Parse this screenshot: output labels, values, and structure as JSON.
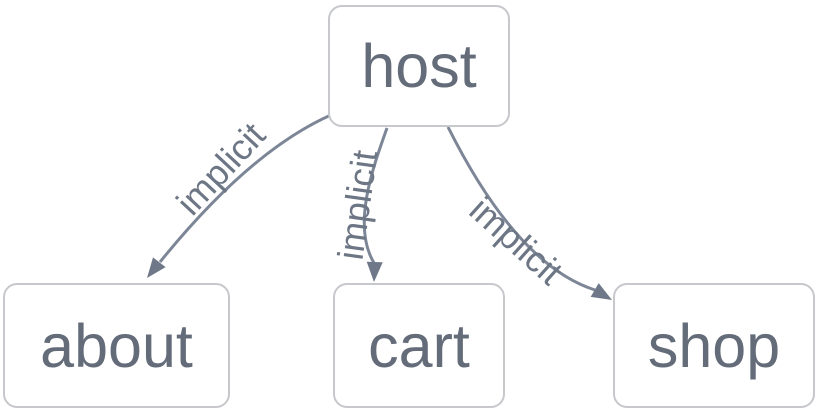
{
  "diagram": {
    "type": "flowchart-graph",
    "nodes": {
      "host": {
        "label": "host"
      },
      "about": {
        "label": "about"
      },
      "cart": {
        "label": "cart"
      },
      "shop": {
        "label": "shop"
      }
    },
    "edges": {
      "host_about": {
        "from": "host",
        "to": "about",
        "label": "implicit"
      },
      "host_cart": {
        "from": "host",
        "to": "cart",
        "label": "implicit"
      },
      "host_shop": {
        "from": "host",
        "to": "shop",
        "label": "implicit"
      }
    },
    "colors": {
      "background": "#ffffff",
      "node_fill": "#ffffff",
      "node_border": "#c6c8cc",
      "node_text": "#646c7a",
      "edge_line": "#7c8696",
      "arrowhead": "#6f7888",
      "edge_label_text": "#6d7685"
    }
  }
}
